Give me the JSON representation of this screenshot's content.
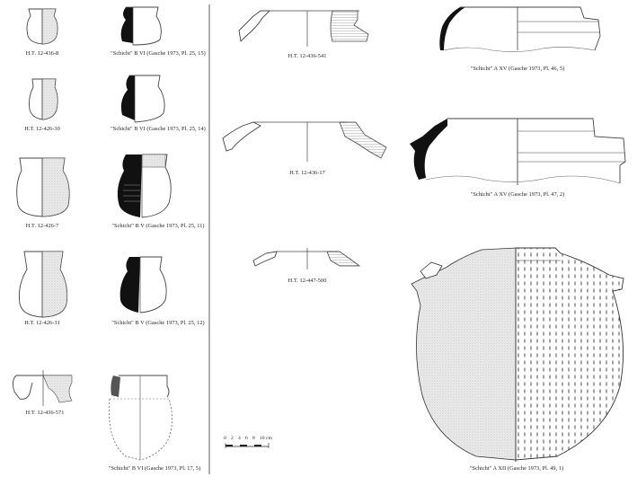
{
  "captions": {
    "ht_12_436_8": "H.T. 12-436-8",
    "schicht_b_vi_25_15": "\"Schicht\" B VI (Gasche 1973, Pl. 25, 15)",
    "ht_12_426_30": "H.T. 12-426-30",
    "schicht_b_vi_25_14": "\"Schicht\" B VI (Gasche 1973, Pl. 25, 14)",
    "ht_12_426_7": "H.T. 12-426-7",
    "schicht_b_v_25_11": "\"Schicht\" B V (Gasche 1973, Pl. 25, 11)",
    "ht_12_426_31": "H.T. 12-426-31",
    "schicht_b_v_25_12": "\"Schicht\" B V (Gasche 1973, Pl. 25, 12)",
    "ht_12_436_571": "H.T. 12-436-571",
    "schicht_b_vi_17_5": "\"Schicht\" B VI (Gasche 1973, Pl. 17, 5)",
    "ht_12_436_541": "H.T. 12-436-541",
    "schicht_a_xv_46_5": "\"Schicht\" A XV (Gasche 1973, Pl. 46, 5)",
    "ht_12_436_17": "H.T. 12-436-17",
    "schicht_a_xv_47_2": "\"Schicht\" A XV (Gasche 1973, Pl. 47, 2)",
    "ht_12_447_500": "H.T. 12-447-500",
    "schicht_a_xii_49_1": "\"Schicht\" A XII (Gasche 1973, Pl. 49, 1)"
  },
  "scale_bar": {
    "ticks": [
      "0",
      "2",
      "4",
      "6",
      "8",
      "10 cm"
    ]
  },
  "colors": {
    "ink": "#111111",
    "stipple": "#dedede",
    "line": "#444444"
  }
}
